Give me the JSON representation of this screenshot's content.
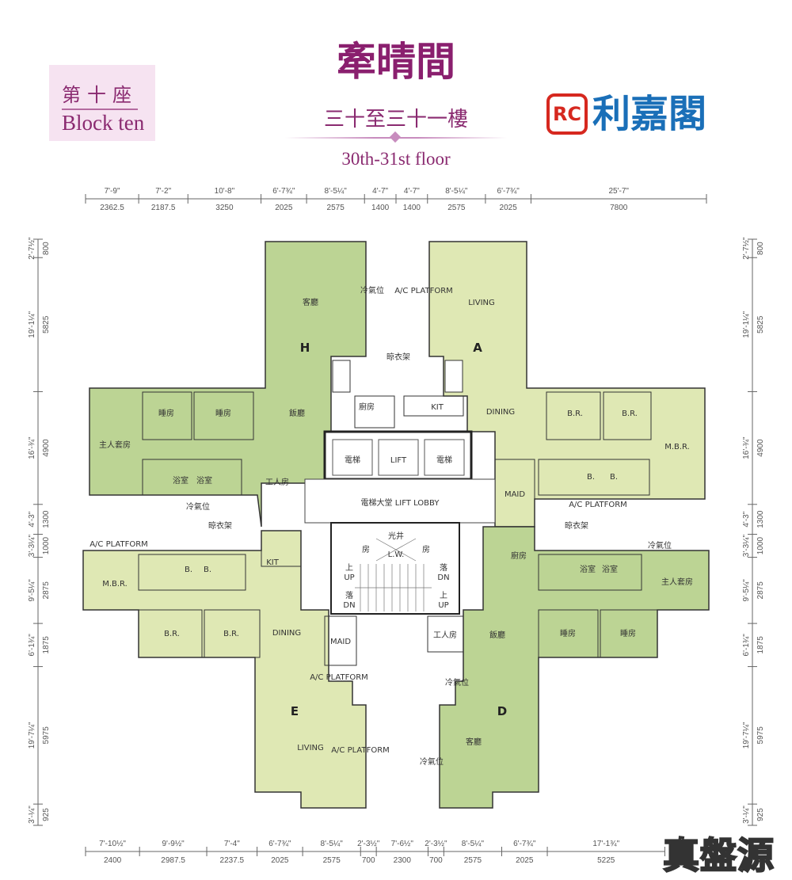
{
  "header": {
    "title": "牽晴間",
    "block_zh": "第十座",
    "block_en": "Block ten",
    "floor_zh": "三十至三十一樓",
    "floor_en": "30th-31st floor"
  },
  "colors": {
    "title": "#8a1f6e",
    "unit_dark": "#bcd494",
    "unit_light": "#dfe8b4",
    "wall": "#222222"
  },
  "units": {
    "H": "H",
    "A": "A",
    "E": "E",
    "D": "D"
  },
  "rooms": {
    "h_living": "客廳",
    "h_dining": "飯廳",
    "h_bed1": "睡房",
    "h_bed2": "睡房",
    "h_master": "主人套房",
    "h_bath1": "浴室",
    "h_bath2": "浴室",
    "h_maid": "工人房",
    "h_ac": "冷氣位",
    "h_ac2": "冷氣位",
    "h_kitchen": "廚房",
    "a_living": "LIVING",
    "a_dining": "DINING",
    "a_br1": "B.R.",
    "a_br2": "B.R.",
    "a_mbr": "M.B.R.",
    "a_b1": "B.",
    "a_b2": "B.",
    "a_maid": "MAID",
    "a_kit": "KIT",
    "a_ac": "A/C PLATFORM",
    "a_ac2": "A/C PLATFORM",
    "e_living": "LIVING",
    "e_dining": "DINING",
    "e_br1": "B.R.",
    "e_br2": "B.R.",
    "e_mbr": "M.B.R.",
    "e_b1": "B.",
    "e_b2": "B.",
    "e_maid": "MAID",
    "e_kit": "KIT",
    "e_ac": "A/C PLATFORM",
    "e_ac2": "A/C PLATFORM",
    "e_ac3": "A/C PLATFORM",
    "d_living": "客廳",
    "d_dining": "飯廳",
    "d_bed1": "睡房",
    "d_bed2": "睡房",
    "d_master": "主人套房",
    "d_bath1": "浴室",
    "d_bath2": "浴室",
    "d_maid": "工人房",
    "d_ac": "冷氣位",
    "d_ac2": "冷氣位",
    "d_ac3": "冷氣位",
    "d_kitchen": "廚房",
    "drying_top": "晾衣架",
    "drying_left": "晾衣架",
    "drying_right": "晾衣架"
  },
  "core": {
    "lift1": "電梯",
    "lift2": "LIFT",
    "lift3": "電梯",
    "lobby": "電梯大堂 LIFT LOBBY",
    "lightwell_zh": "光井",
    "lightwell": "L.W.",
    "room_l": "房",
    "room_r": "房",
    "up1_zh": "上",
    "up1": "UP",
    "dn1_zh": "落",
    "dn1": "DN",
    "dn2_zh": "落",
    "dn2": "DN",
    "up2_zh": "上",
    "up2": "UP"
  },
  "dimensions": {
    "top": [
      {
        "imperial": "7'-9\"",
        "mm": "2362.5"
      },
      {
        "imperial": "7'-2\"",
        "mm": "2187.5"
      },
      {
        "imperial": "10'-8\"",
        "mm": "3250"
      },
      {
        "imperial": "6'-7¾\"",
        "mm": "2025"
      },
      {
        "imperial": "8'-5¼\"",
        "mm": "2575"
      },
      {
        "imperial": "4'-7\"",
        "mm": "1400"
      },
      {
        "imperial": "4'-7\"",
        "mm": "1400"
      },
      {
        "imperial": "8'-5¼\"",
        "mm": "2575"
      },
      {
        "imperial": "6'-7¾\"",
        "mm": "2025"
      },
      {
        "imperial": "25'-7\"",
        "mm": "7800"
      }
    ],
    "bottom": [
      {
        "imperial": "7'-10½\"",
        "mm": "2400"
      },
      {
        "imperial": "9'-9½\"",
        "mm": "2987.5"
      },
      {
        "imperial": "7'-4\"",
        "mm": "2237.5"
      },
      {
        "imperial": "6'-7¾\"",
        "mm": "2025"
      },
      {
        "imperial": "8'-5¼\"",
        "mm": "2575"
      },
      {
        "imperial": "2'-3½\"",
        "mm": "700"
      },
      {
        "imperial": "7'-6½\"",
        "mm": "2300"
      },
      {
        "imperial": "2'-3½\"",
        "mm": "700"
      },
      {
        "imperial": "8'-5¼\"",
        "mm": "2575"
      },
      {
        "imperial": "6'-7¾\"",
        "mm": "2025"
      },
      {
        "imperial": "17'-1¾\"",
        "mm": "5225"
      }
    ],
    "side": [
      {
        "imperial": "2'-7½\"",
        "mm": "800"
      },
      {
        "imperial": "19'-1¼\"",
        "mm": "5825"
      },
      {
        "imperial": "16'-¾\"",
        "mm": "4900"
      },
      {
        "imperial": "4'-3\"",
        "mm": "1300"
      },
      {
        "imperial": "3'-3¼\"",
        "mm": "1000"
      },
      {
        "imperial": "9'-5¼\"",
        "mm": "2875"
      },
      {
        "imperial": "6'-1¾\"",
        "mm": "1875"
      },
      {
        "imperial": "19'-7¼\"",
        "mm": "5975"
      },
      {
        "imperial": "3'-¼\"",
        "mm": "925"
      }
    ]
  },
  "watermark": {
    "logo_mark": "RC",
    "logo_name": "利嘉閣",
    "stamp": "真盤源"
  }
}
